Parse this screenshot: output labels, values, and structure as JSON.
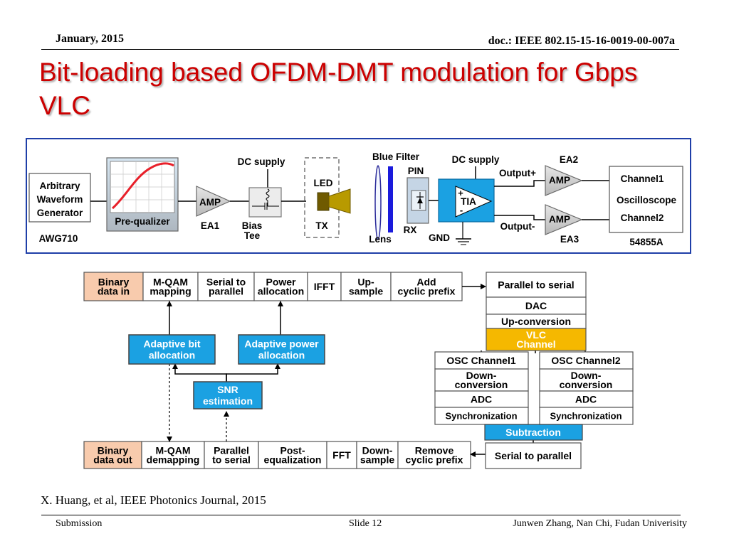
{
  "header": {
    "date": "January, 2015",
    "doc_id": "doc.: IEEE 802.15-15-16-0019-00-007a"
  },
  "title": "Bit-loading based OFDM-DMT modulation for Gbps VLC",
  "setup": {
    "awg": "Arbitrary\nWaveform\nGenerator",
    "awg_model": "AWG710",
    "prequalizer": "Pre-qualizer",
    "amp": "AMP",
    "ea1": "EA1",
    "dc_supply_1": "DC supply",
    "bias_tee": "Bias\nTee",
    "led": "LED",
    "tx": "TX",
    "blue_filter": "Blue Filter",
    "lens": "Lens",
    "pin": "PIN",
    "rx": "RX",
    "dc_supply_2": "DC supply",
    "output_plus": "Output+",
    "output_minus": "Output-",
    "tia": "TIA",
    "tia_plus": "+",
    "tia_minus": "-",
    "gnd": "GND",
    "ea2": "EA2",
    "ea3": "EA3",
    "amp_ea2": "AMP",
    "amp_ea3": "AMP",
    "channel1": "Channel1",
    "oscilloscope": "Oscilloscope",
    "channel2": "Channel2",
    "scope_model": "54855A"
  },
  "flow": {
    "tx_chain": [
      "Binary\ndata in",
      "M-QAM\nmapping",
      "Serial to\nparallel",
      "Power\nallocation",
      "IFFT",
      "Up-\nsample",
      "Add\ncyclic prefix"
    ],
    "rx_chain": [
      "Binary\ndata out",
      "M-QAM\ndemapping",
      "Parallel\nto serial",
      "Post-\nequalization",
      "FFT",
      "Down-\nsample",
      "Remove\ncyclic prefix"
    ],
    "adaptive_bit": "Adaptive bit\nallocation",
    "adaptive_power": "Adaptive power\nallocation",
    "snr": "SNR\nestimation",
    "right_stack": [
      "Parallel to serial",
      "DAC",
      "Up-conversion",
      "VLC\nChannel"
    ],
    "osc1": [
      "OSC Channel1",
      "Down-\nconversion",
      "ADC",
      "Synchronization"
    ],
    "osc2": [
      "OSC Channel2",
      "Down-\nconversion",
      "ADC",
      "Synchronization"
    ],
    "subtraction": "Subtraction",
    "serial_to_parallel_rx": "Serial to parallel"
  },
  "colors": {
    "title": "#cc0000",
    "frame": "#1f3fa8",
    "peach": "#f8cbad",
    "blue_box": "#1ba1e2",
    "yellow_box": "#f5b800",
    "gray_fill": "#ffffff"
  },
  "citation": "X. Huang, et al, IEEE Photonics Journal, 2015",
  "footer": {
    "left": "Submission",
    "center": "Slide 12",
    "right": "Junwen Zhang, Nan Chi, Fudan Univerisity"
  }
}
